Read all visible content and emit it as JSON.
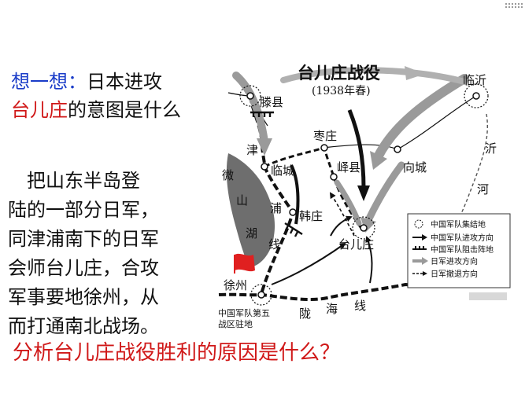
{
  "question1": {
    "prefix": "想一想：",
    "line1_rest": "日本进攻",
    "highlight": "台儿庄",
    "line2_rest": "的意图是什么"
  },
  "answer_lines": [
    "　把山东半岛登",
    "陆的一部分日军，",
    "同津浦南下的日军",
    "会师台儿庄，合攻",
    "军事要地徐州，从",
    "而打通南北战场。"
  ],
  "question2": "分析台儿庄战役胜利的原因是什么？",
  "map": {
    "title": "台儿庄战役",
    "subtitle": "(1938年春)",
    "places": {
      "tengxian": "滕县",
      "linyi": "临沂",
      "zaozhuang": "枣庄",
      "yixian": "峄县",
      "lincheng": "临城",
      "xiangcheng": "向城",
      "hanzhuang": "韩庄",
      "taierzhuang": "台儿庄",
      "xuzhou": "徐州"
    },
    "railway_jinpu": [
      "津",
      "浦",
      "线"
    ],
    "railway_longhai": [
      "陇",
      "海",
      "线"
    ],
    "lake": [
      "微",
      "山",
      "湖"
    ],
    "river": [
      "沂",
      "河"
    ],
    "hq_label": [
      "中国军队第五",
      "战区驻地"
    ],
    "legend": [
      "中国军队集结地",
      "中国军队进攻方向",
      "中国军队阻击阵地",
      "日军进攻方向",
      "日军撤退方向"
    ],
    "colors": {
      "jp_arrow": "#9a9a9a",
      "cn_arrow": "#111111",
      "flag": "#e02020",
      "lake": "#6e6e6e"
    }
  }
}
